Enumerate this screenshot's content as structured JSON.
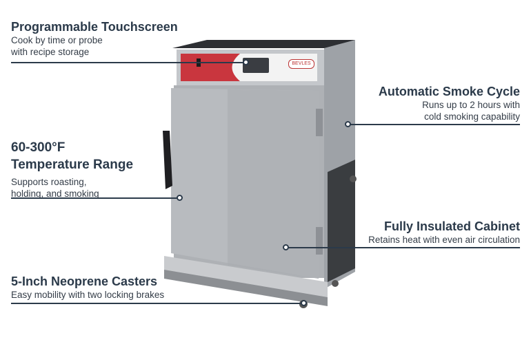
{
  "callouts": {
    "touchscreen": {
      "title": "Programmable Touchscreen",
      "line1": "Cook by time or probe",
      "line2": "with recipe storage"
    },
    "temperature": {
      "title_line1": "60-300°F",
      "title_line2": "Temperature Range",
      "line1": "Supports roasting,",
      "line2": "holding, and smoking"
    },
    "casters": {
      "title": "5-Inch Neoprene Casters",
      "line1": "Easy mobility with two locking brakes"
    },
    "smoke": {
      "title": "Automatic Smoke Cycle",
      "line1": "Runs up to 2 hours with",
      "line2": "cold smoking capability"
    },
    "insulated": {
      "title": "Fully Insulated Cabinet",
      "line1": "Retains heat with even air circulation"
    }
  },
  "product": {
    "brand_badge": "BEVLES",
    "panel_color": "#c9363e",
    "body_color": "#b8bbbf"
  }
}
